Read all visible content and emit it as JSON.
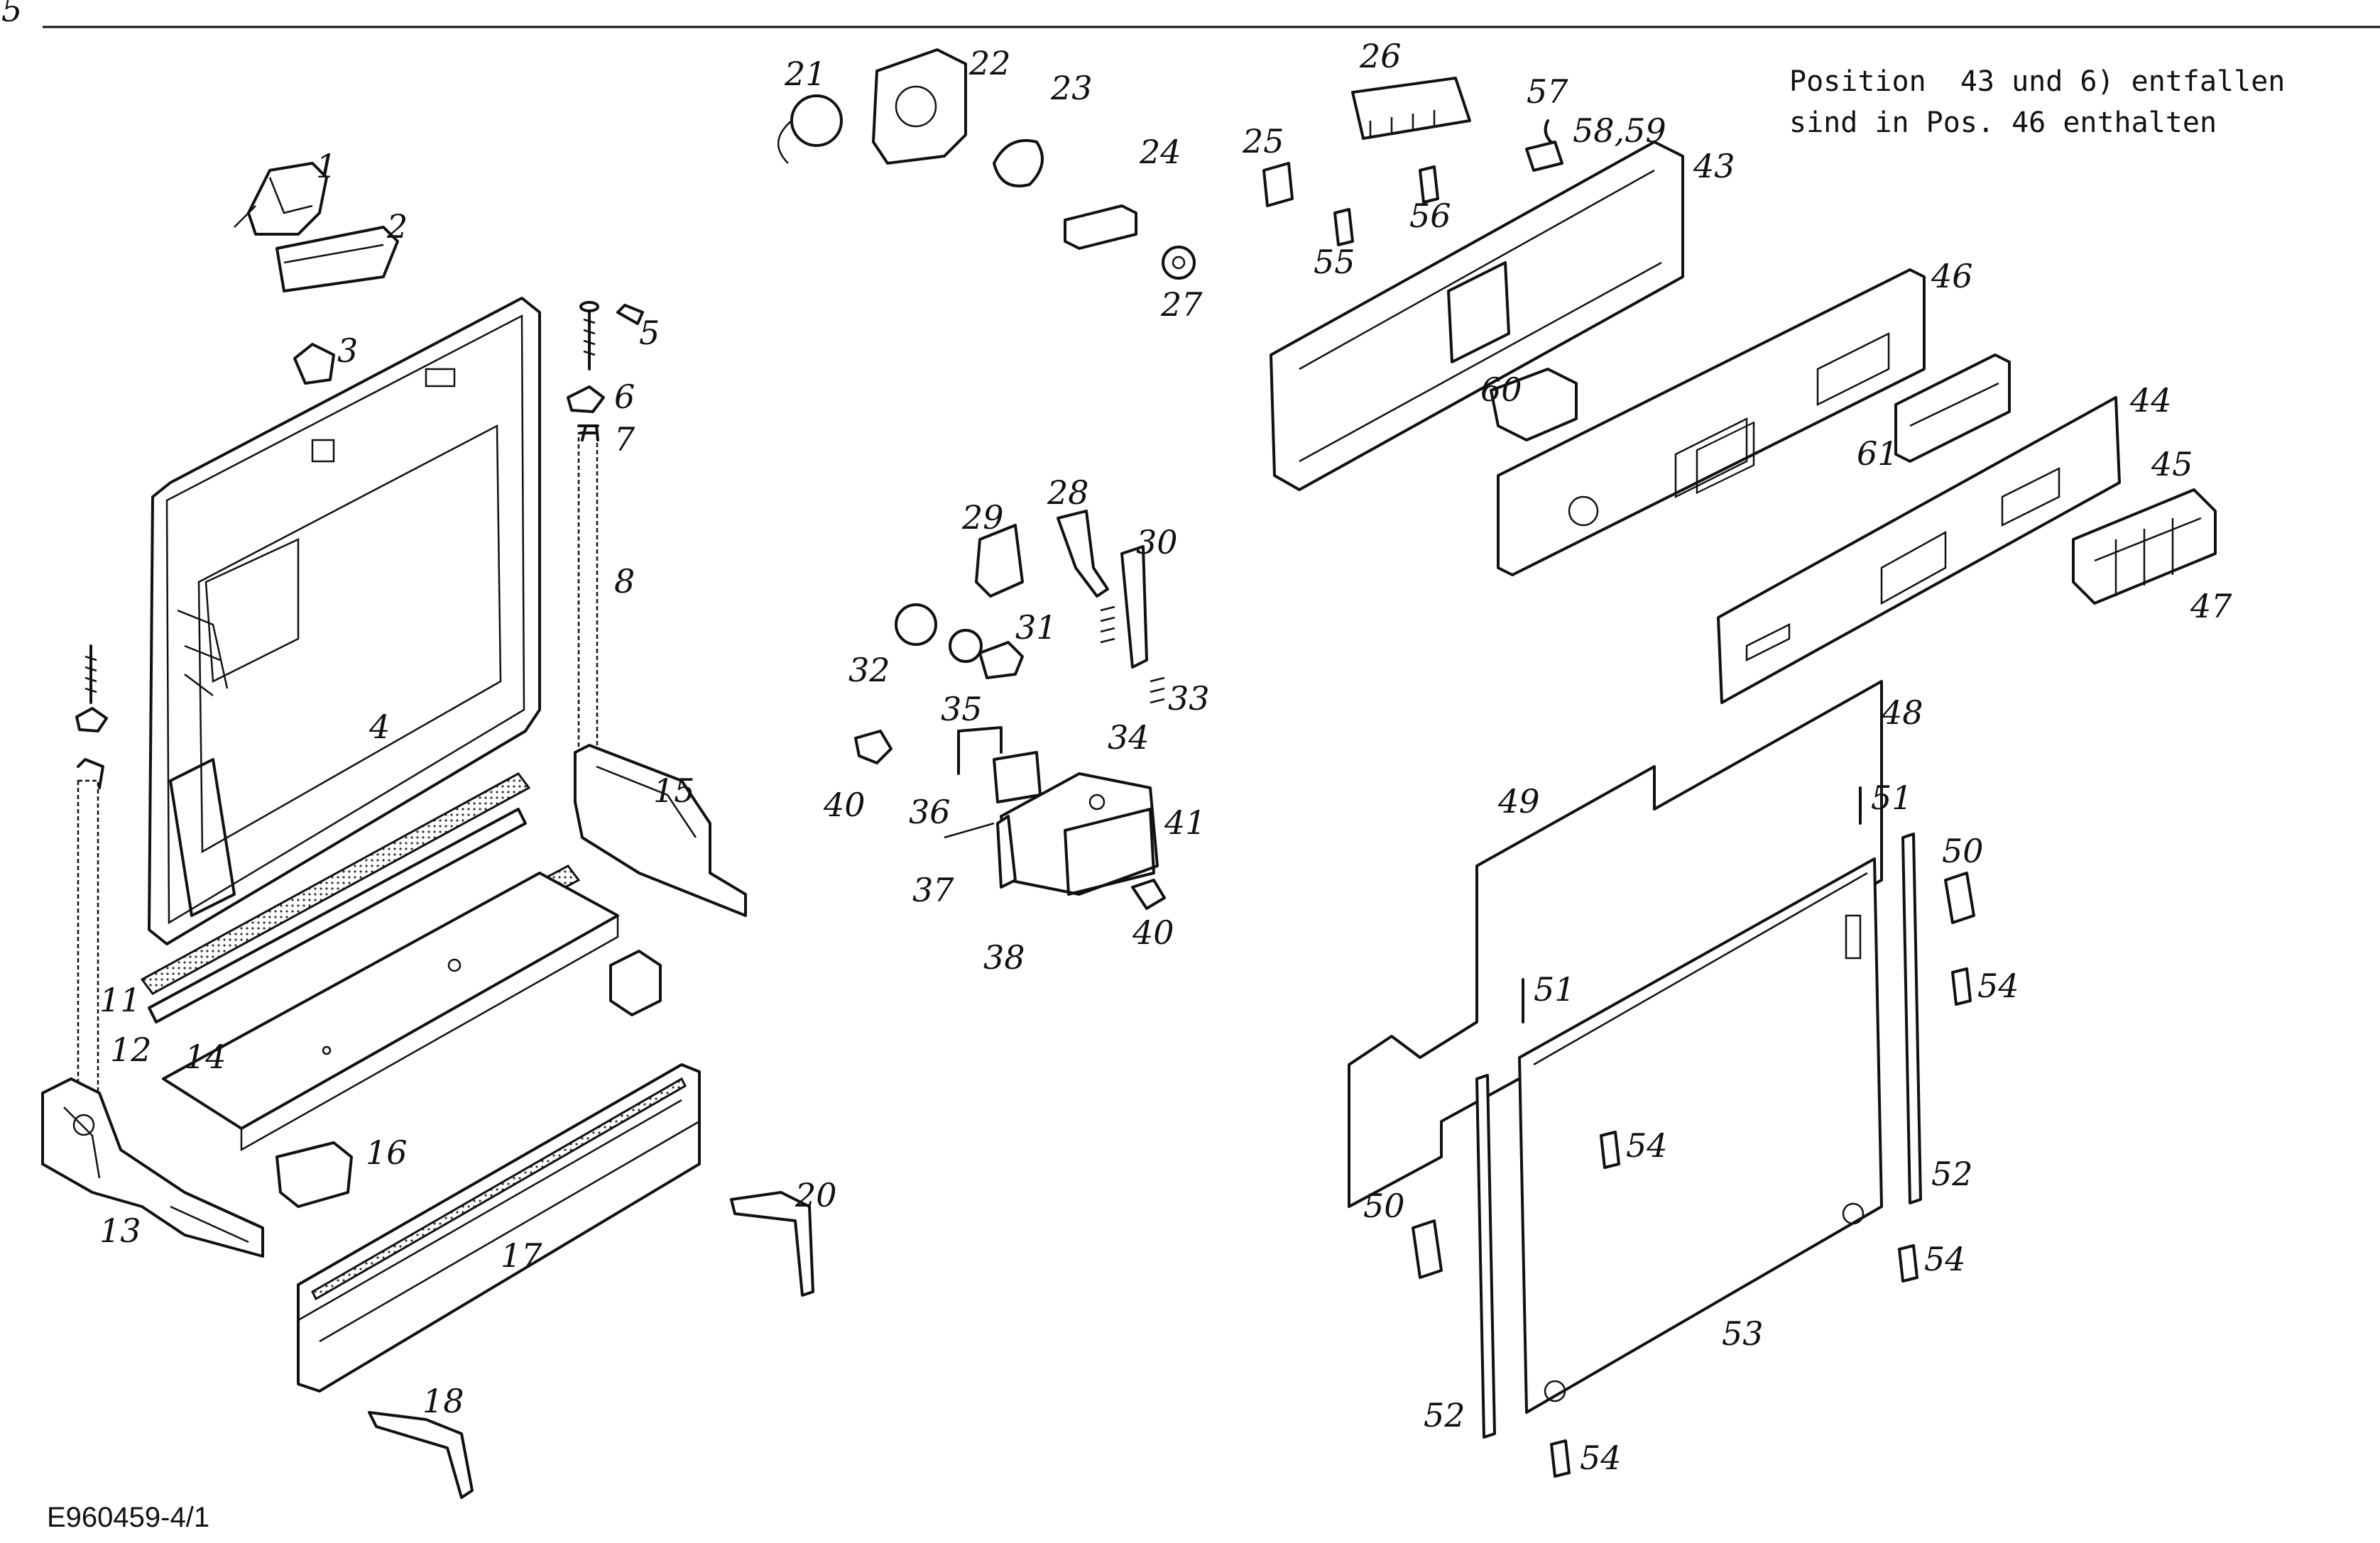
{
  "header_note": {
    "line1": "Position  43 und 6) entfallen",
    "line2": "sind in Pos. 46 enthalten"
  },
  "document_id": "E960459-4/1",
  "corner_mark": "5",
  "part_labels": {
    "p1": "1",
    "p2": "2",
    "p3": "3",
    "p4": "4",
    "p5": "5",
    "p6": "6",
    "p7": "7",
    "p8": "8",
    "p11": "11",
    "p12": "12",
    "p13": "13",
    "p14": "14",
    "p15": "15",
    "p16": "16",
    "p17": "17",
    "p18": "18",
    "p20": "20",
    "p21": "21",
    "p22": "22",
    "p23": "23",
    "p24": "24",
    "p25": "25",
    "p26": "26",
    "p27": "27",
    "p28": "28",
    "p29": "29",
    "p30": "30",
    "p31": "31",
    "p32": "32",
    "p33": "33",
    "p34": "34",
    "p35": "35",
    "p36": "36",
    "p37": "37",
    "p38": "38",
    "p40a": "40",
    "p40b": "40",
    "p41": "41",
    "p43": "43",
    "p44": "44",
    "p45": "45",
    "p46": "46",
    "p47": "47",
    "p48": "48",
    "p49": "49",
    "p50a": "50",
    "p50b": "50",
    "p51a": "51",
    "p51b": "51",
    "p52a": "52",
    "p52b": "52",
    "p53": "53",
    "p54a": "54",
    "p54b": "54",
    "p54c": "54",
    "p54d": "54",
    "p55": "55",
    "p56": "56",
    "p57": "57",
    "p5859": "58,59",
    "p60": "60",
    "p61": "61"
  }
}
